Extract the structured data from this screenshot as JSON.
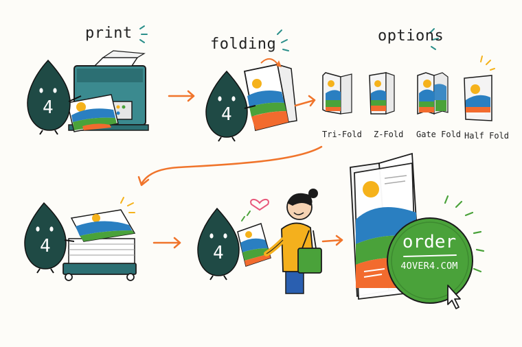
{
  "steps": {
    "print": {
      "title": "print"
    },
    "folding": {
      "title": "folding"
    },
    "options": {
      "title": "options"
    }
  },
  "fold_options": [
    {
      "label": "Tri-Fold"
    },
    {
      "label": "Z-Fold"
    },
    {
      "label": "Gate Fold"
    },
    {
      "label": "Half Fold"
    }
  ],
  "mascot": {
    "glyph": "4"
  },
  "cta": {
    "line1": "order",
    "line2": "4OVER4.COM"
  },
  "colors": {
    "mascot": "#1f4a45",
    "arrow": "#f0742b",
    "cta_green": "#4aa23a",
    "panel_yellow": "#f5b21b",
    "panel_blue": "#2a7fc1",
    "panel_green": "#4aa23a",
    "panel_orange": "#f26b2e",
    "printer": "#3b8a8f",
    "shirt": "#f4b01d",
    "bag": "#4aa23a"
  }
}
